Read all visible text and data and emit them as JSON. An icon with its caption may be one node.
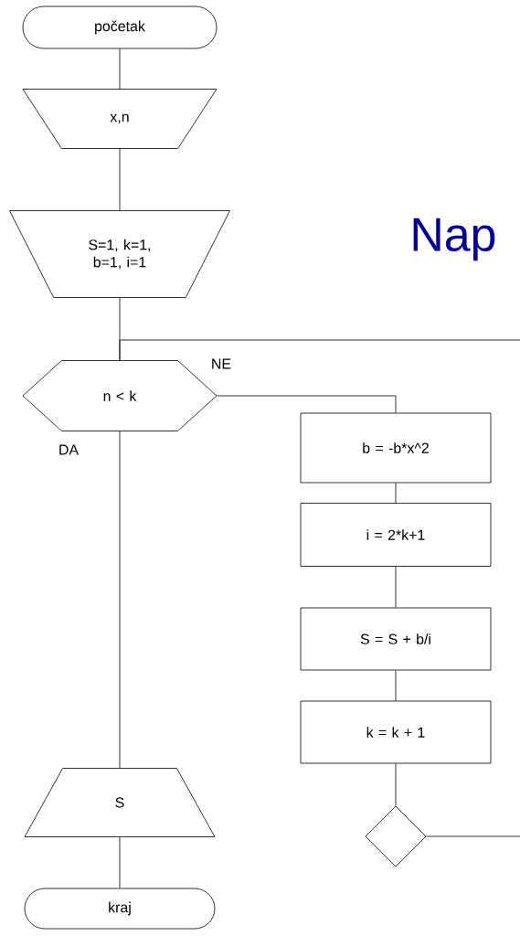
{
  "diagram": {
    "nodes": [
      {
        "text": [
          "početak"
        ]
      },
      {
        "text": [
          "x,n"
        ]
      },
      {
        "text": [
          "S=1, k=1, b=1, i=1"
        ]
      },
      {
        "text": [
          "n < k"
        ]
      },
      {
        "text": [
          "b = -b*x^2"
        ]
      },
      {
        "text": [
          "i = 2*k+1"
        ]
      },
      {
        "text": [
          "S = S + b/i"
        ]
      },
      {
        "text": [
          "k = k + 1"
        ]
      },
      {
        "text": [
          "S"
        ]
      },
      {
        "text": [
          "kraj"
        ]
      },
      {
        "text": [],
        "shape": "diamond"
      }
    ],
    "edges": [
      {
        "from": 0,
        "to": 1,
        "arrow": "none"
      },
      {
        "from": 1,
        "to": 2,
        "arrow": "none"
      },
      {
        "from": 2,
        "to": 3,
        "arrow": "none"
      },
      {
        "from": 3,
        "to": 8,
        "arrow": "none",
        "label": "DA"
      },
      {
        "from": 3,
        "to": 4,
        "arrow": "none",
        "label": "NE"
      },
      {
        "from": 4,
        "to": 5,
        "arrow": "none"
      },
      {
        "from": 5,
        "to": 6,
        "arrow": "none"
      },
      {
        "from": 6,
        "to": 7,
        "arrow": "none"
      },
      {
        "from": 7,
        "to": 10,
        "arrow": "none"
      },
      {
        "from": 10,
        "to": 3,
        "arrow": "none"
      },
      {
        "from": 8,
        "to": 9,
        "arrow": "none"
      }
    ],
    "labels": [
      "Nap"
    ]
  }
}
